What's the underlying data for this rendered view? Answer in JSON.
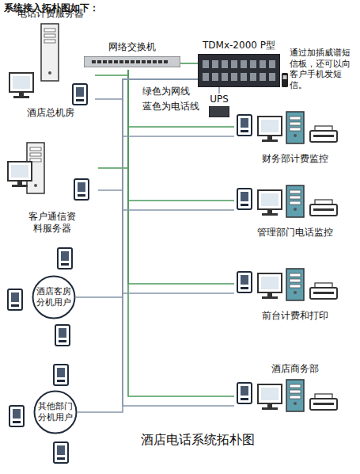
{
  "diagram": {
    "title": "系统接入拓朴图如下：",
    "caption": "酒店电话系统拓朴图",
    "nodes": [
      {
        "text": [
          "电话计费服务器",
          "酒店总机房"
        ]
      },
      {
        "text": [
          "网络交换机"
        ]
      },
      {
        "text": [
          "TDMx-2000 P型"
        ]
      },
      {
        "text": [
          "UPS"
        ]
      },
      {
        "text": [
          "客户通信资料服务器"
        ]
      },
      {
        "text": [
          "财务部计费监控"
        ]
      },
      {
        "text": [
          "管理部门电话监控"
        ]
      },
      {
        "text": [
          "前台计费和打印"
        ]
      },
      {
        "text": [
          "酒店商务部"
        ]
      },
      {
        "text": [
          "酒店客房分机用户"
        ]
      },
      {
        "text": [
          "其他部门分机用户"
        ]
      }
    ],
    "edges": [
      {
        "from": 1,
        "to": 0,
        "arrow": "none"
      },
      {
        "from": 1,
        "to": 2,
        "arrow": "none"
      },
      {
        "from": 1,
        "to": 4,
        "arrow": "none"
      },
      {
        "from": 1,
        "to": 5,
        "arrow": "none"
      },
      {
        "from": 1,
        "to": 6,
        "arrow": "none"
      },
      {
        "from": 1,
        "to": 7,
        "arrow": "none"
      },
      {
        "from": 1,
        "to": 8,
        "arrow": "none"
      },
      {
        "from": 2,
        "to": 0,
        "arrow": "none"
      },
      {
        "from": 2,
        "to": 3,
        "arrow": "none"
      },
      {
        "from": 2,
        "to": 4,
        "arrow": "none"
      },
      {
        "from": 2,
        "to": 5,
        "arrow": "none"
      },
      {
        "from": 2,
        "to": 6,
        "arrow": "none"
      },
      {
        "from": 2,
        "to": 7,
        "arrow": "none"
      },
      {
        "from": 2,
        "to": 8,
        "arrow": "none"
      },
      {
        "from": 2,
        "to": 9,
        "arrow": "none"
      },
      {
        "from": 2,
        "to": 10,
        "arrow": "none"
      }
    ],
    "labels": [
      "通过加插威谱短信板，还可以向客户手机发短信。",
      "绿色为网线",
      "蓝色为电话线"
    ]
  }
}
